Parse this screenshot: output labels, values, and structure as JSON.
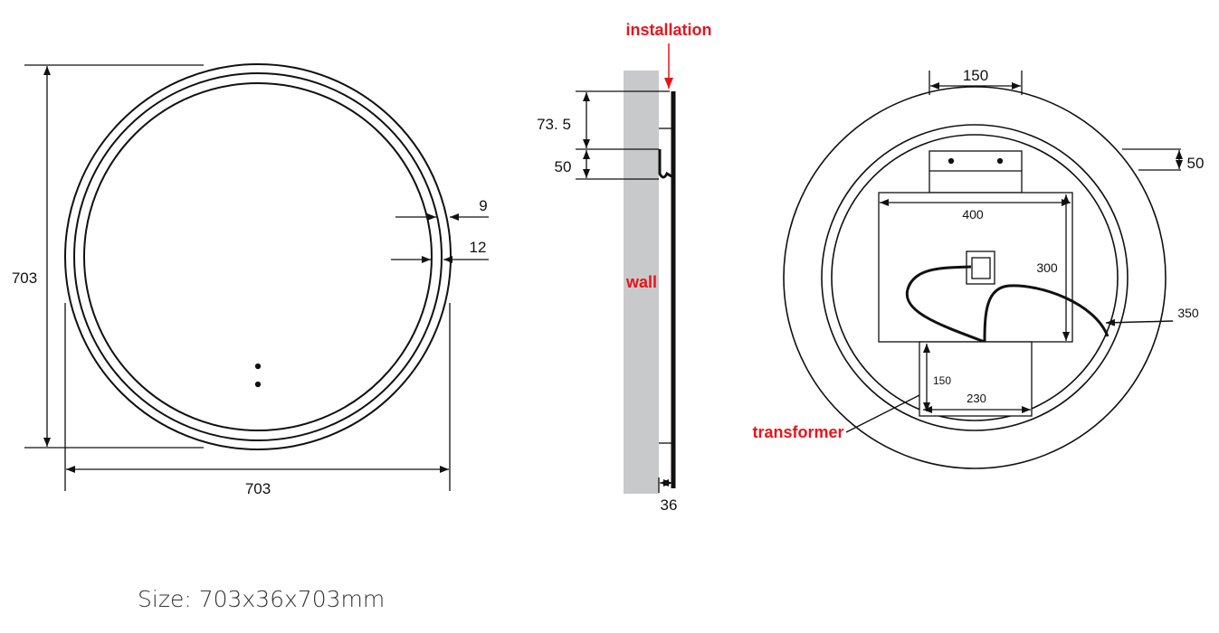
{
  "front_view": {
    "height_label": "703",
    "width_label": "703",
    "frame_label": "9",
    "light_band_label": "12"
  },
  "side_view": {
    "installation_label": "installation",
    "wall_label": "wall",
    "top_offset_label": "73. 5",
    "bracket_height_label": "50",
    "depth_label": "36"
  },
  "back_view": {
    "bracket_width_label": "150",
    "bracket_height_label": "50",
    "panel_width_label": "400",
    "panel_height_label": "300",
    "cable_label": "350",
    "transformer_height_label": "150",
    "transformer_width_label": "230",
    "transformer_label": "transformer"
  },
  "size_text": "Size: 703x36x703mm",
  "colors": {
    "annotation": "#e8141b",
    "wall": "#c8c9cb",
    "line": "#111111"
  }
}
